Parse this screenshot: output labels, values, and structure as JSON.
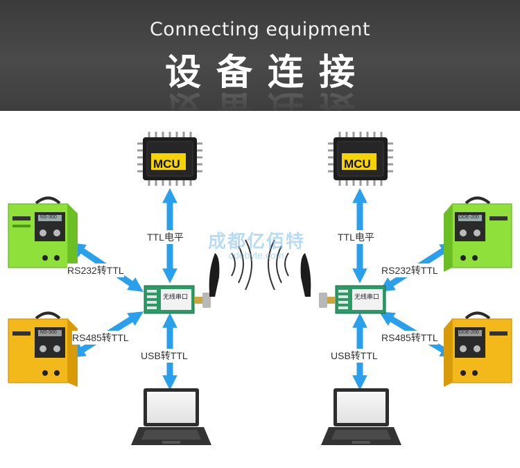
{
  "header": {
    "title_en": "Connecting equipment",
    "title_zh": "设备连接"
  },
  "diagram": {
    "left": {
      "mcu_label": "MCU",
      "ttl_label": "TTL电平",
      "rs232_label": "RS232转TTL",
      "rs485_label": "RS485转TTL",
      "usb_label": "USB转TTL",
      "module_title": "无线串口",
      "welder_top_badge": "NS-300",
      "welder_bottom_badge": "NS-300"
    },
    "right": {
      "mcu_label": "MCU",
      "ttl_label": "TTL电平",
      "rs232_label": "RS232转TTL",
      "rs485_label": "RS485转TTL",
      "usb_label": "USB转TTL",
      "module_title": "无线串口",
      "welder_top_badge": "DDE-200",
      "welder_bottom_badge": "DDE-200"
    },
    "watermark": "成都亿佰特",
    "watermark_url": "cdebyte.com"
  },
  "colors": {
    "header_bg": "#444444",
    "arrow": "#2aa0ec",
    "welder_green": "#8fe03a",
    "welder_yellow": "#f3b81a",
    "chip_yellow": "#f5d400",
    "module_green": "#2c9a67",
    "antenna": "#1c1c1c"
  }
}
